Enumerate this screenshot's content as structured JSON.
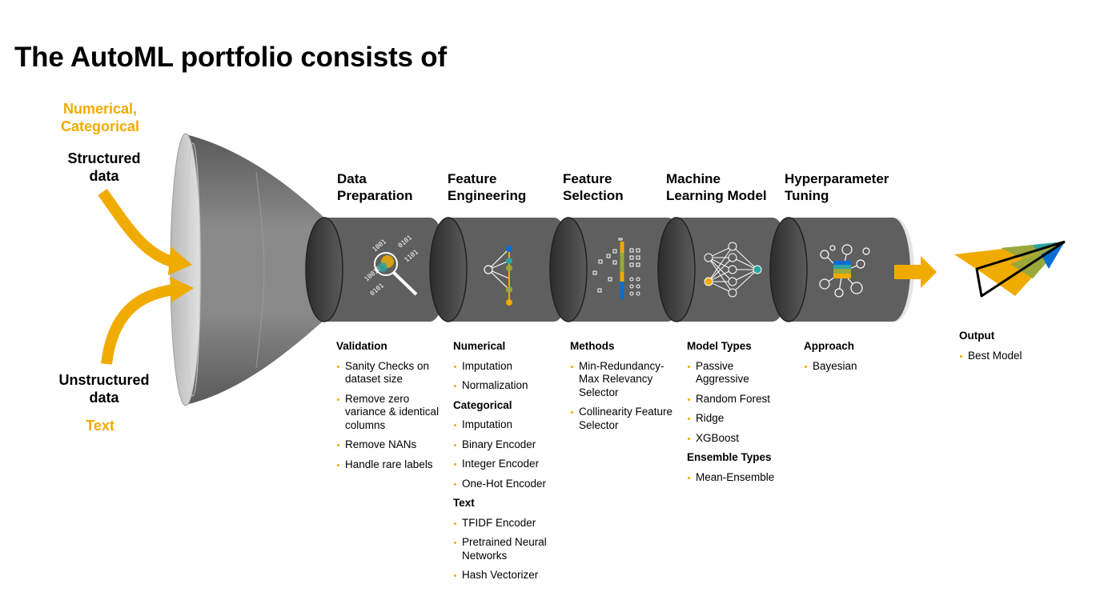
{
  "title": "The AutoML portfolio consists of",
  "inputs": {
    "structured_types": [
      "Numerical,",
      "Categorical"
    ],
    "structured_label": [
      "Structured",
      "data"
    ],
    "unstructured_label": [
      "Unstructured",
      "data"
    ],
    "unstructured_types": "Text"
  },
  "stages": [
    {
      "title": [
        "Data",
        "Preparation"
      ],
      "icon": "magnifier-data-icon",
      "groups": [
        {
          "heading": "Validation",
          "items": [
            "Sanity Checks on dataset size",
            "Remove zero variance & identical columns",
            "Remove NANs",
            "Handle rare labels"
          ]
        }
      ]
    },
    {
      "title": [
        "Feature",
        "Engineering"
      ],
      "icon": "feature-network-icon",
      "groups": [
        {
          "heading": "Numerical",
          "items": [
            "Imputation",
            "Normalization"
          ]
        },
        {
          "heading": "Categorical",
          "items": [
            "Imputation",
            "Binary Encoder",
            "Integer Encoder",
            "One-Hot Encoder"
          ]
        },
        {
          "heading": "Text",
          "items": [
            "TFIDF Encoder",
            "Pretrained Neural Networks",
            "Hash Vectorizer"
          ]
        }
      ]
    },
    {
      "title": [
        "Feature",
        "Selection"
      ],
      "icon": "feature-grid-icon",
      "groups": [
        {
          "heading": "Methods",
          "items": [
            "Min-Redundancy-Max Relevancy Selector",
            "Collinearity Feature Selector"
          ]
        }
      ]
    },
    {
      "title": [
        "Machine",
        "Learning Model"
      ],
      "icon": "neural-network-icon",
      "groups": [
        {
          "heading": "Model Types",
          "items": [
            "Passive Aggressive",
            "Random Forest",
            "Ridge",
            "XGBoost"
          ]
        },
        {
          "heading": "Ensemble Types",
          "items": [
            "Mean-Ensemble"
          ]
        }
      ]
    },
    {
      "title": [
        "Hyperparameter",
        "Tuning"
      ],
      "icon": "tuning-graph-icon",
      "groups": [
        {
          "heading": "Approach",
          "items": [
            "Bayesian"
          ]
        }
      ]
    }
  ],
  "output": {
    "heading": "Output",
    "items": [
      "Best Model"
    ],
    "icon": "paper-plane-icon"
  },
  "colors": {
    "accent": "#f0ab00",
    "pipe": "#5f5f5f",
    "pipe_dark": "#3a3a3a",
    "funnel": "#7e7e7e",
    "blue": "#0a6ed1",
    "teal": "#2aa5a0",
    "olive": "#9aa83b"
  }
}
